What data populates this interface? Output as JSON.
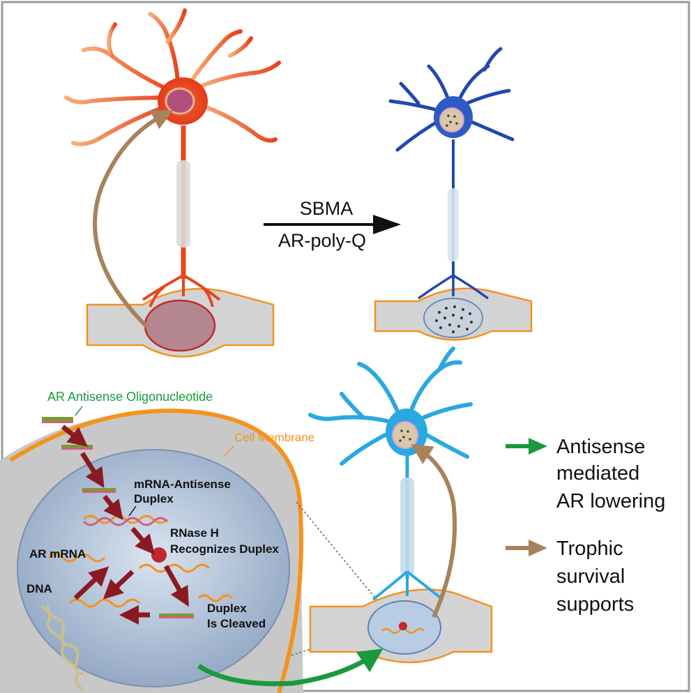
{
  "arrow_label_top": "SBMA",
  "arrow_label_bottom": "AR-poly-Q",
  "aso_label": "AR Antisense Oligonucleotide",
  "membrane_label": "Cell Membrane",
  "duplex_label_1": "mRNA-Antisense",
  "duplex_label_2": "Duplex",
  "rnase_label_1": "RNase H",
  "rnase_label_2": "Recognizes Duplex",
  "ar_mrna_label": "AR mRNA",
  "dna_label": "DNA",
  "cleaved_label_1": "Duplex",
  "cleaved_label_2": "Is Cleaved",
  "legend": {
    "antisense": [
      "Antisense",
      "mediated",
      "AR lowering"
    ],
    "trophic": [
      "Trophic",
      "survival",
      "supports"
    ]
  },
  "colors": {
    "healthy_neuron": "#e8451e",
    "diseased_neuron": "#2347b0",
    "treated_neuron": "#2ba8e0",
    "muscle": "#d3d3d3",
    "membrane": "#f5921e",
    "antisense_arrow": "#1a9a3e",
    "trophic_arrow": "#a8825a",
    "aso_text": "#1a9a3e",
    "membrane_text": "#f5921e",
    "rnase": "#c1272d"
  }
}
